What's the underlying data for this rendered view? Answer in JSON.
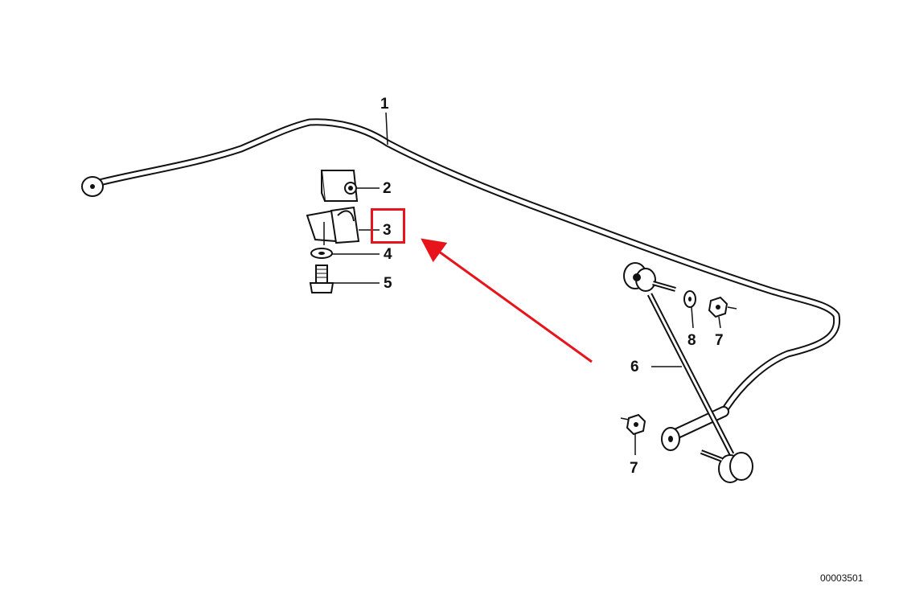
{
  "diagram": {
    "callouts": {
      "c1": "1",
      "c2": "2",
      "c3": "3",
      "c4": "4",
      "c5": "5",
      "c6": "6",
      "c7a": "7",
      "c7b": "7",
      "c8": "8"
    },
    "drawing_number": "00003501",
    "highlight_color": "#e8141b",
    "line_color": "#111111"
  }
}
